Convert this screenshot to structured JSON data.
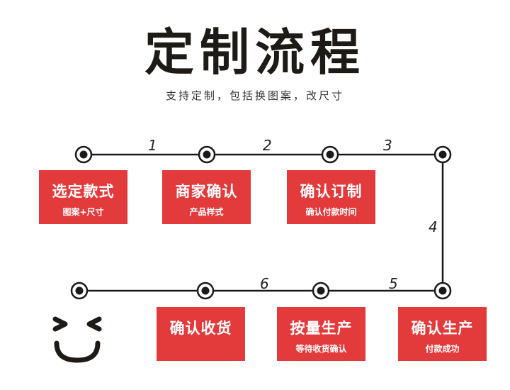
{
  "title": "定制流程",
  "subtitle": "支持定制，包括换图案，改尺寸",
  "colors": {
    "box": "#e33a3c",
    "line": "#1a1a1a",
    "title": "#1e1a16"
  },
  "steps": [
    {
      "main": "选定款式",
      "sub": "图案+尺寸"
    },
    {
      "main": "商家确认",
      "sub": "产品样式"
    },
    {
      "main": "确认订制",
      "sub": "确认付款时间"
    },
    {
      "main": "确认生产",
      "sub": "付款成功"
    },
    {
      "main": "按量生产",
      "sub": "等待收货确认"
    },
    {
      "main": "确认收货",
      "sub": ""
    }
  ],
  "numbers": [
    "1",
    "2",
    "3",
    "4",
    "5",
    "6"
  ],
  "icons": {
    "face": "smiley-face-icon",
    "node": "target-node-icon"
  }
}
